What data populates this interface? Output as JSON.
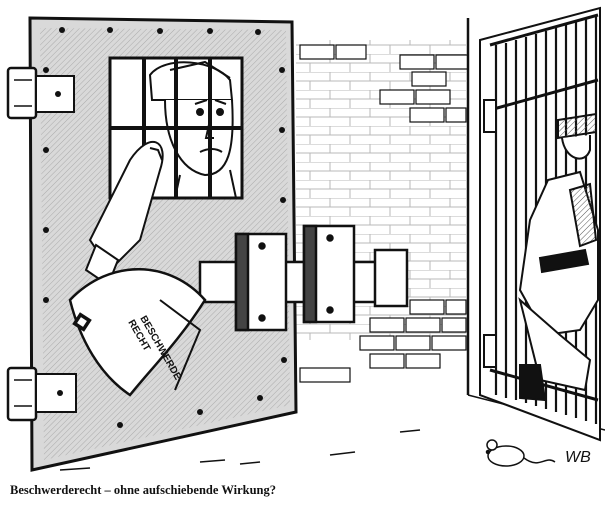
{
  "cartoon": {
    "document_text": {
      "line1": "BESCHWERDE",
      "line2": "RECHT"
    },
    "signature": "WB",
    "caption": "Beschwerderecht – ohne aufschiebende Wirkung?"
  },
  "colors": {
    "ink": "#111111",
    "paper": "#ffffff",
    "shade": "#bdbdbd"
  }
}
